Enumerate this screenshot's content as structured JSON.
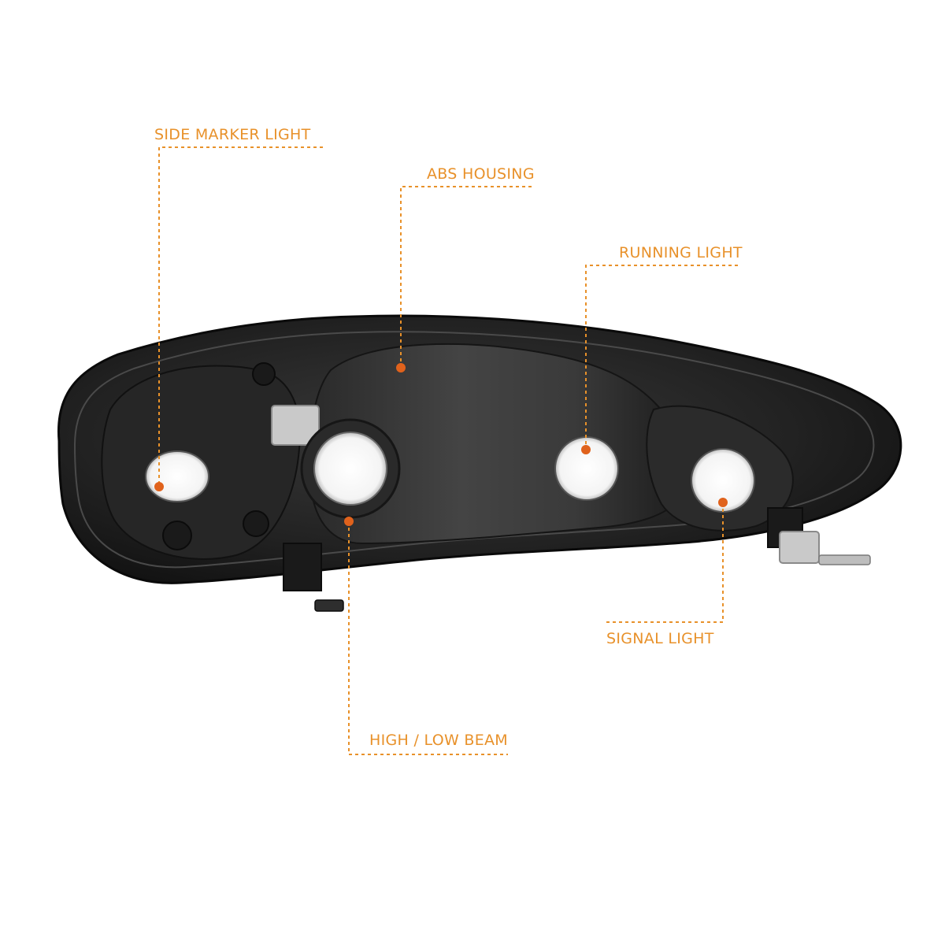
{
  "colors": {
    "accent": "#e8912a",
    "dot": "#e0621c",
    "housing": "#202020",
    "background": "#ffffff"
  },
  "callouts": {
    "side_marker": "SIDE MARKER LIGHT",
    "abs_housing": "ABS HOUSING",
    "running_light": "RUNNING LIGHT",
    "signal_light": "SIGNAL LIGHT",
    "high_low_beam": "HIGH / LOW BEAM"
  }
}
